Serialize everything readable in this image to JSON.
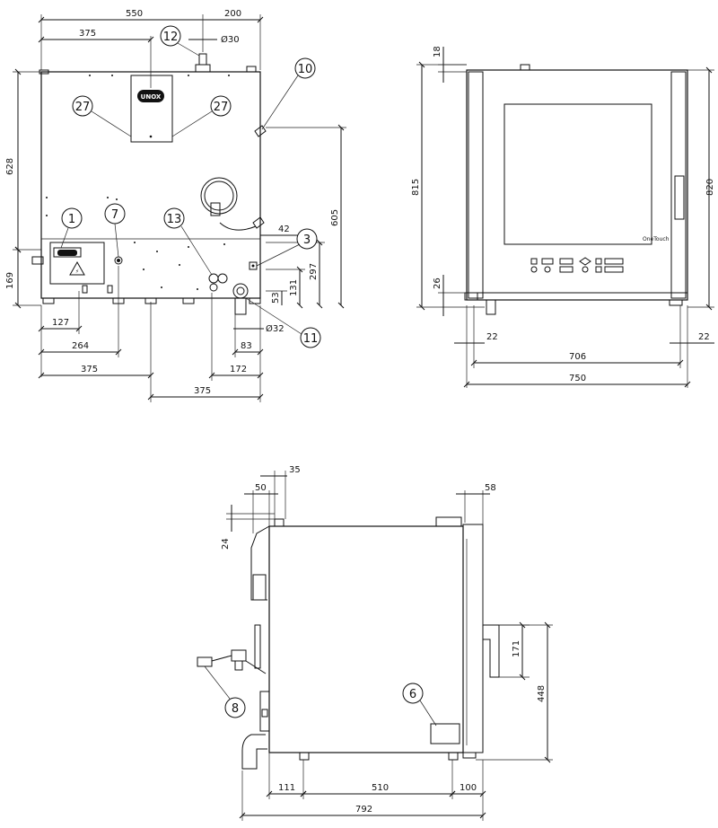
{
  "front": {
    "dims": {
      "w550": "550",
      "w200": "200",
      "d30": "Ø30",
      "w375top": "375",
      "h628": "628",
      "h169": "169",
      "h605": "605",
      "w42": "42",
      "h297": "297",
      "h131": "131",
      "h53": "53",
      "d32": "Ø32",
      "w83": "83",
      "w172": "172",
      "w127": "127",
      "w264": "264",
      "w375a": "375",
      "w375b": "375"
    },
    "callouts": {
      "c1": "1",
      "c3": "3",
      "c7": "7",
      "c10": "10",
      "c11": "11",
      "c12": "12",
      "c13": "13",
      "c27a": "27",
      "c27b": "27"
    },
    "logo": "UNOX"
  },
  "right": {
    "dims": {
      "h18": "18",
      "h815": "815",
      "h26": "26",
      "h820": "820",
      "w22a": "22",
      "w22b": "22",
      "w706": "706",
      "w750": "750"
    },
    "brand": "OneTouch"
  },
  "side": {
    "dims": {
      "w35": "35",
      "w50": "50",
      "w58": "58",
      "h24": "24",
      "h171": "171",
      "h448": "448",
      "w111": "111",
      "w510": "510",
      "w100": "100",
      "w792": "792"
    },
    "callouts": {
      "c6": "6",
      "c8": "8"
    }
  }
}
